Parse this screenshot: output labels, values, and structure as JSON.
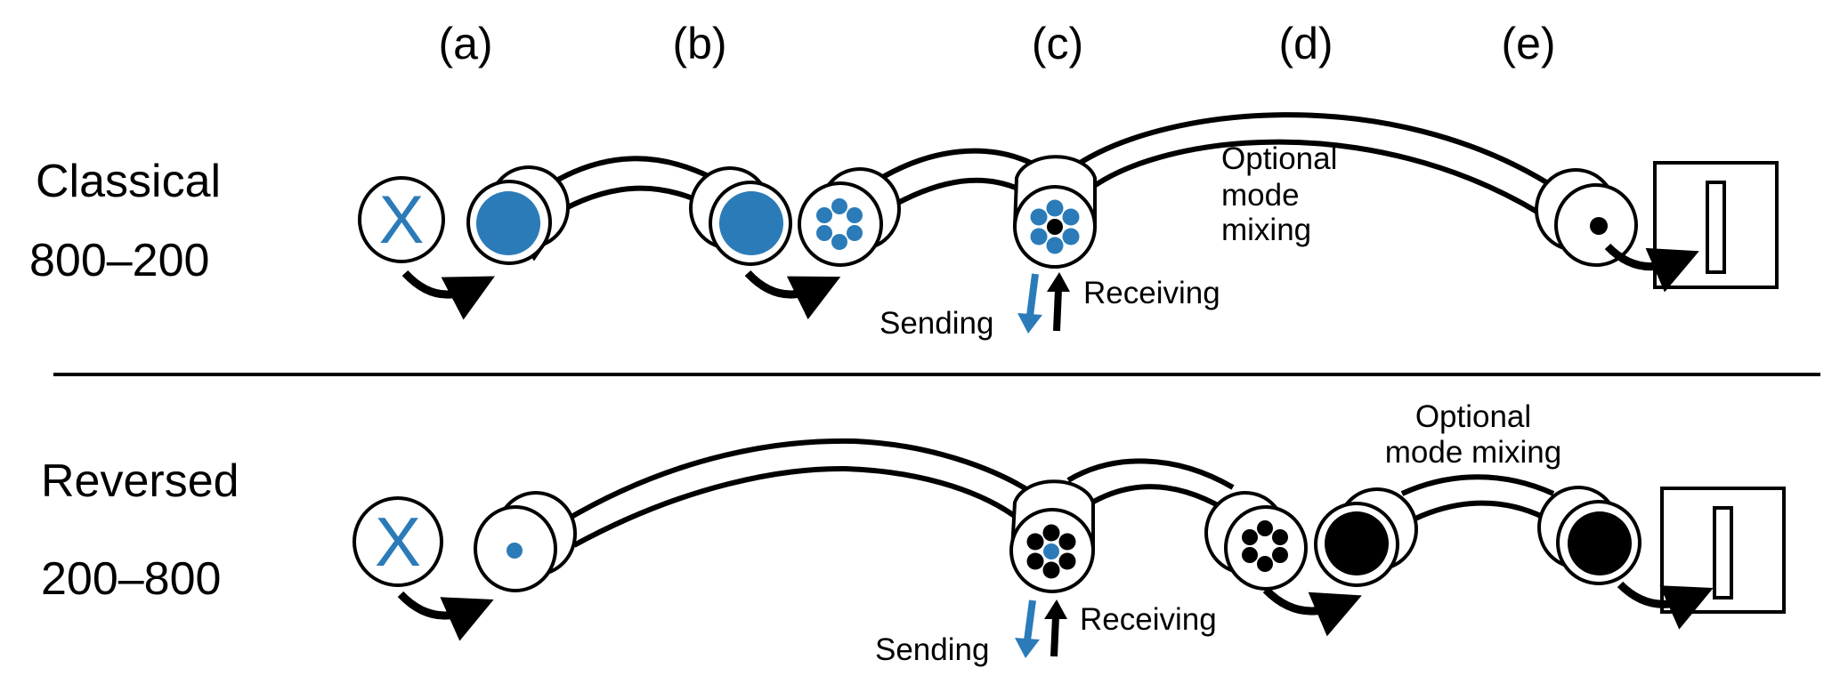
{
  "colors": {
    "accent_blue": "#2b7bb9",
    "ink": "#000000",
    "background": "#ffffff"
  },
  "column_labels": [
    "(a)",
    "(b)",
    "(c)",
    "(d)",
    "(e)"
  ],
  "rows": [
    {
      "name": "Classical",
      "range": "800–200",
      "source_symbol": "X",
      "stages": [
        {
          "stage": "a",
          "core": "single-large",
          "core_color": "blue"
        },
        {
          "stage": "b",
          "core": "single-large",
          "core_color": "blue"
        },
        {
          "stage": "b",
          "core": "ring-6",
          "core_color": "blue"
        },
        {
          "stage": "c",
          "core": "7-core",
          "outer_color": "blue",
          "center_color": "black"
        },
        {
          "stage": "e",
          "core": "single-small",
          "core_color": "black"
        }
      ],
      "sending_label": "Sending",
      "receiving_label": "Receiving",
      "annotation_lines": [
        "Optional",
        "mode",
        "mixing"
      ],
      "detector": "detector-icon"
    },
    {
      "name": "Reversed",
      "range": "200–800",
      "source_symbol": "X",
      "stages": [
        {
          "stage": "a",
          "core": "single-small",
          "core_color": "blue"
        },
        {
          "stage": "c",
          "core": "7-core",
          "outer_color": "black",
          "center_color": "blue"
        },
        {
          "stage": "d",
          "core": "ring-6",
          "core_color": "black"
        },
        {
          "stage": "d",
          "core": "single-large",
          "core_color": "black"
        },
        {
          "stage": "e",
          "core": "single-large",
          "core_color": "black"
        }
      ],
      "sending_label": "Sending",
      "receiving_label": "Receiving",
      "annotation_lines": [
        "Optional",
        "mode mixing"
      ],
      "detector": "detector-icon"
    }
  ]
}
